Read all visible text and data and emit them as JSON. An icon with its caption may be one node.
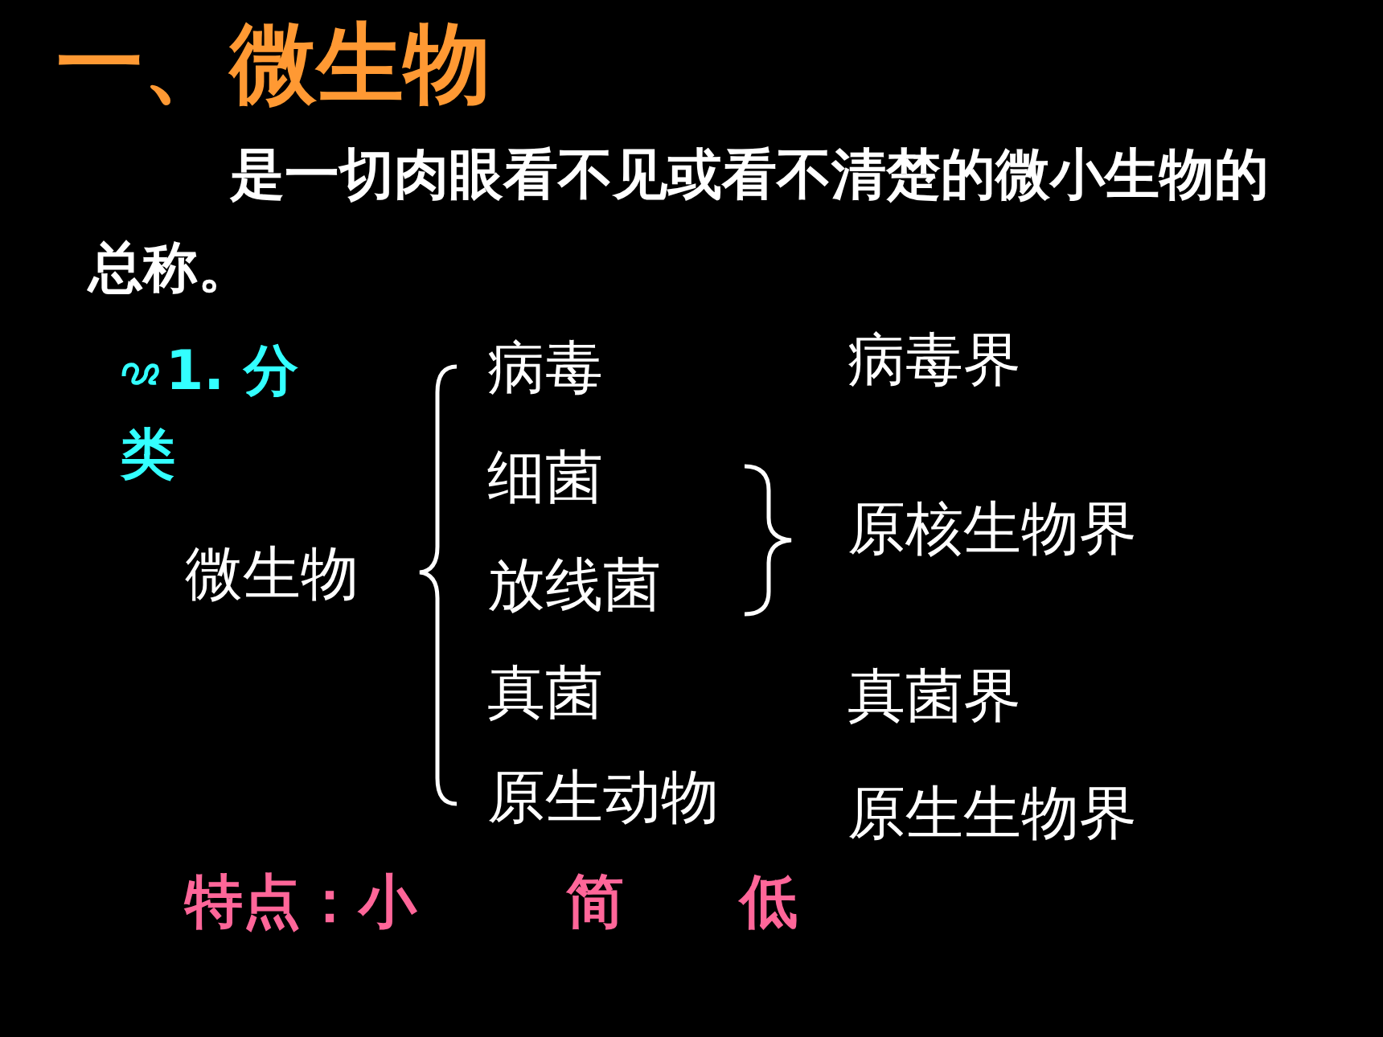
{
  "diagram": {
    "title": "一、微生物",
    "labels": [
      "是一切肉眼看不见或看不清楚的微小生物的总称。",
      "1. 分类",
      "病毒",
      "病毒界",
      "细菌",
      "原核生物界",
      "微生物",
      "放线菌",
      "真菌",
      "真菌界",
      "原生动物",
      "原生生物界",
      "特点：小",
      "简",
      "低"
    ]
  }
}
